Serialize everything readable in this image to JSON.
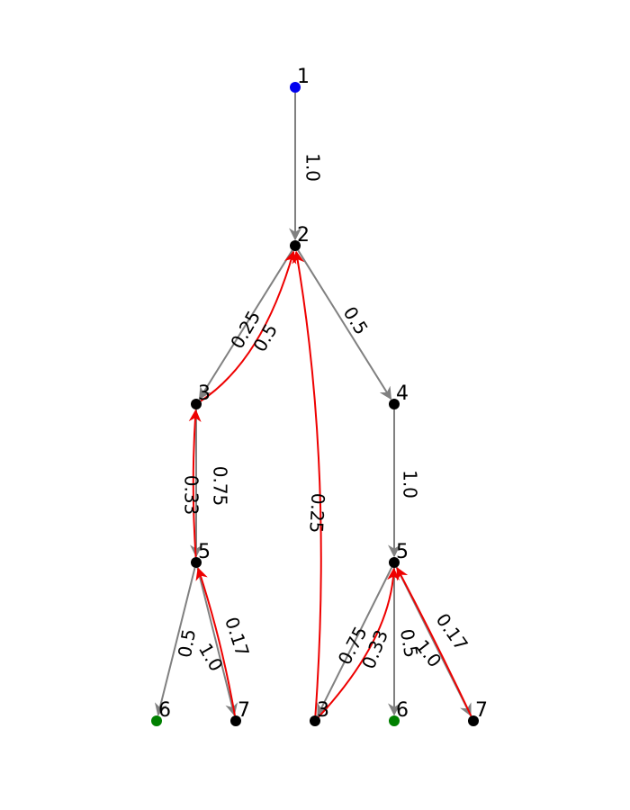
{
  "colors": {
    "gray_edge": "#808080",
    "red_edge": "#ee0000",
    "root_node": "#0000ee",
    "leaf_goal_node": "#008000",
    "default_node": "#000000"
  },
  "nodes": [
    {
      "id": "n1",
      "label": "1",
      "color": "#0000ee"
    },
    {
      "id": "n2",
      "label": "2",
      "color": "#000000"
    },
    {
      "id": "n3a",
      "label": "3",
      "color": "#000000"
    },
    {
      "id": "n4",
      "label": "4",
      "color": "#000000"
    },
    {
      "id": "n5a",
      "label": "5",
      "color": "#000000"
    },
    {
      "id": "n5b",
      "label": "5",
      "color": "#000000"
    },
    {
      "id": "n6a",
      "label": "6",
      "color": "#008000"
    },
    {
      "id": "n7a",
      "label": "7",
      "color": "#000000"
    },
    {
      "id": "n3b",
      "label": "3",
      "color": "#000000"
    },
    {
      "id": "n6b",
      "label": "6",
      "color": "#008000"
    },
    {
      "id": "n7b",
      "label": "7",
      "color": "#000000"
    }
  ],
  "edges": [
    {
      "from": "n1",
      "to": "n2",
      "label": "1.0",
      "kind": "tree"
    },
    {
      "from": "n2",
      "to": "n3a",
      "label": "0.25",
      "kind": "tree"
    },
    {
      "from": "n2",
      "to": "n4",
      "label": "0.5",
      "kind": "tree"
    },
    {
      "from": "n3a",
      "to": "n5a",
      "label": "0.75",
      "kind": "tree"
    },
    {
      "from": "n4",
      "to": "n5b",
      "label": "1.0",
      "kind": "tree"
    },
    {
      "from": "n5a",
      "to": "n6a",
      "label": "0.5",
      "kind": "tree"
    },
    {
      "from": "n5a",
      "to": "n7a",
      "label": "0.17",
      "kind": "tree"
    },
    {
      "from": "n5b",
      "to": "n3b",
      "label": "0.33",
      "kind": "tree"
    },
    {
      "from": "n5b",
      "to": "n6b",
      "label": "0.5",
      "kind": "tree"
    },
    {
      "from": "n5b",
      "to": "n7b",
      "label": "0.17",
      "kind": "tree"
    },
    {
      "from": "n3a",
      "to": "n2",
      "label": "0.5",
      "kind": "back"
    },
    {
      "from": "n5a",
      "to": "n3a",
      "label": "0.33",
      "kind": "back"
    },
    {
      "from": "n7a",
      "to": "n5a",
      "label": "1.0",
      "kind": "back"
    },
    {
      "from": "n3b",
      "to": "n2",
      "label": "0.25",
      "kind": "back"
    },
    {
      "from": "n3b",
      "to": "n5b",
      "label": "0.75",
      "kind": "back"
    },
    {
      "from": "n7b",
      "to": "n5b",
      "label": "1.0",
      "kind": "back"
    }
  ]
}
